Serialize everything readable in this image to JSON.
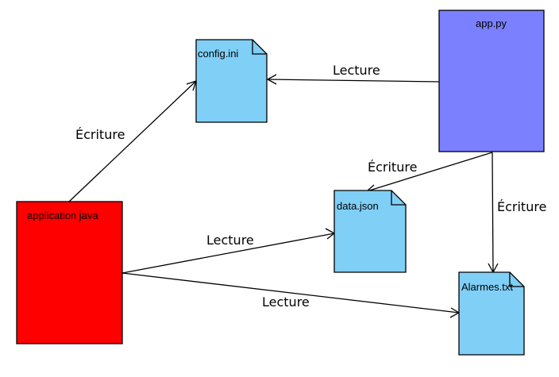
{
  "nodes": {
    "app_py": {
      "label": "app.py",
      "kind": "process",
      "color": "#7a80ff"
    },
    "app_java": {
      "label": "application java",
      "kind": "process",
      "color": "#ff0000"
    },
    "config_ini": {
      "label": "config.ini",
      "kind": "file",
      "color": "#80cff7"
    },
    "data_json": {
      "label": "data.json",
      "kind": "file",
      "color": "#80cff7"
    },
    "alarmes_txt": {
      "label": "Alarmes.txt",
      "kind": "file",
      "color": "#80cff7"
    }
  },
  "edges": [
    {
      "from": "application java",
      "to": "config.ini",
      "label": "Écriture"
    },
    {
      "from": "app.py",
      "to": "config.ini",
      "label": "Lecture"
    },
    {
      "from": "app.py",
      "to": "data.json",
      "label": "Écriture"
    },
    {
      "from": "app.py",
      "to": "Alarmes.txt",
      "label": "Écriture"
    },
    {
      "from": "application java",
      "to": "data.json",
      "label": "Lecture"
    },
    {
      "from": "application java",
      "to": "Alarmes.txt",
      "label": "Lecture"
    }
  ],
  "colors": {
    "stroke": "#000000",
    "file_fill": "#80cff7",
    "app_py_fill": "#7a80ff",
    "app_java_fill": "#ff0000"
  }
}
